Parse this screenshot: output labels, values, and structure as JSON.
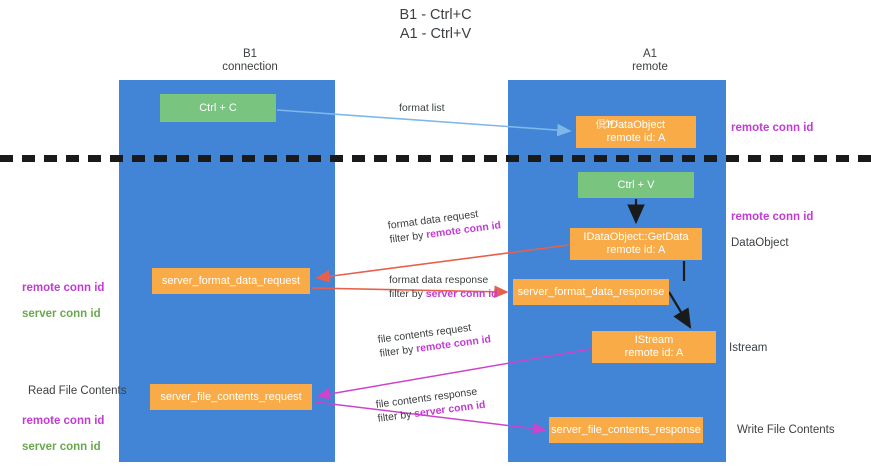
{
  "title": "B1 - Ctrl+C\nA1 - Ctrl+V",
  "columns": {
    "left": "B1\nconnection",
    "right": "A1\nremote"
  },
  "colors": {
    "lane": "#4285d6",
    "node_green": "#79c47f",
    "node_orange": "#f9ab48",
    "remote_conn_id": "#c23bd4",
    "server_conn_id": "#6aa84f",
    "arrow_format_list": "#7fb7e8",
    "arrow_format_data": "#e8604c",
    "arrow_file_contents": "#cc44cc",
    "arrow_black": "#1a1a1a",
    "separator": "#1a1a1a"
  },
  "nodes": {
    "ctrl_c": "Ctrl + C",
    "idataobject": "IDataObject\nremote id: A",
    "ctrl_v": "Ctrl + V",
    "getdata": "IDataObject::GetData\nremote id: A",
    "server_format_data_request": "server_format_data_request",
    "server_format_data_response": "server_format_data_response",
    "istream": "IStream\nremote id: A",
    "server_file_contents_request": "server_file_contents_request",
    "server_file_contents_response": "server_file_contents_response"
  },
  "edges": {
    "format_list": "format list",
    "format_data_request": "format data request",
    "format_data_request_filter_prefix": "filter by ",
    "format_data_request_filter_key": "remote conn id",
    "format_data_response": "format data response",
    "format_data_response_filter_prefix": "filter by ",
    "format_data_response_filter_key": "server conn id",
    "file_contents_request": "file contents request",
    "file_contents_request_filter_prefix": "filter by ",
    "file_contents_request_filter_key": "remote conn id",
    "file_contents_response": "file contents response",
    "file_contents_response_filter_prefix": "filter by ",
    "file_contents_response_filter_key": "server conn id"
  },
  "side_labels": {
    "remote_conn_id_top": "remote conn id",
    "remote_conn_id_mid": "remote conn id",
    "dataobject": "DataObject",
    "istream": "Istream",
    "write_file_contents": "Write File Contents",
    "read_file_contents": "Read File Contents",
    "left_remote_conn_id": "remote conn id",
    "left_server_conn_id": "server conn id",
    "left_remote_conn_id_2": "remote conn id",
    "left_server_conn_id_2": "server conn id"
  }
}
